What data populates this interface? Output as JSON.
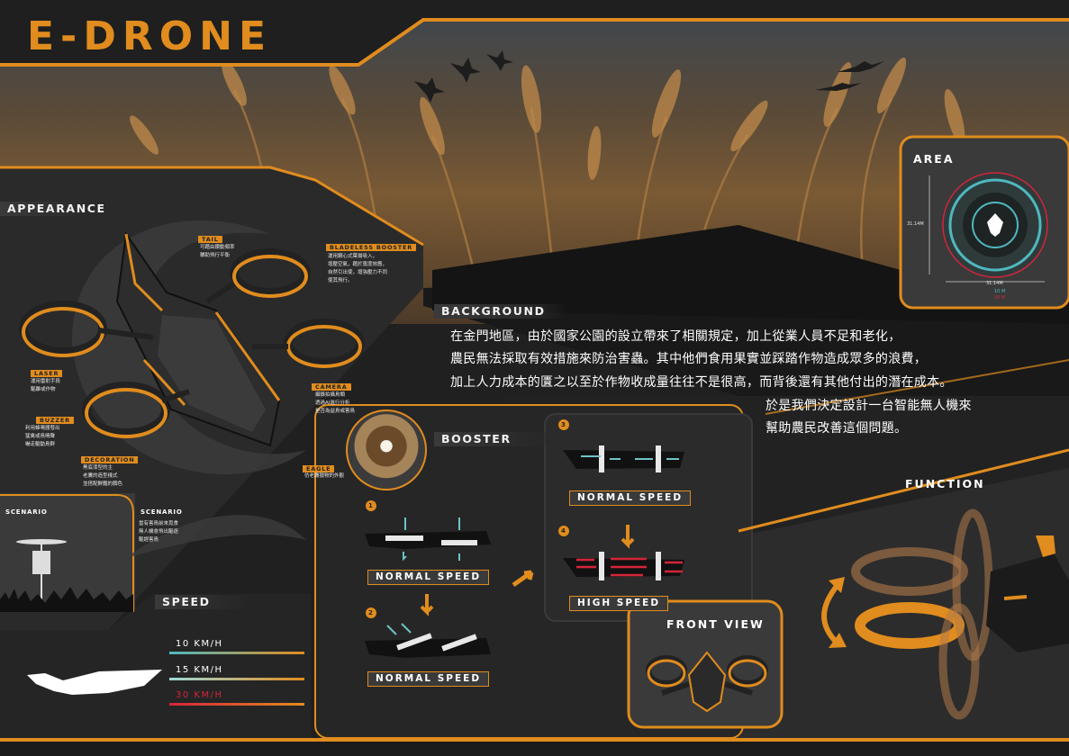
{
  "title": "E-DRONE",
  "sections": {
    "appearance": "Appearance",
    "background": "Background",
    "booster": "Booster",
    "area": "Area",
    "function": "Function",
    "front_view": "Front view",
    "speed": "Speed",
    "scenario": "Scenario"
  },
  "appearance_notes": {
    "tail": {
      "tag": "Tail",
      "text": "可藉由鑽動頻率\n輔助飛行平衡"
    },
    "bladeless": {
      "tag": "Bladeless Booster",
      "text": "運用鋼心式葉揚吸入，\n增壓空氣，藉於寬度效應，\n自然引出使，增強壓力不同\n使其飛行。"
    },
    "laser": {
      "tag": "Laser",
      "text": "運用雷射手段\n驅離或作物"
    },
    "buzzer": {
      "tag": "Buzzer",
      "text": "利用蜂鳴器發出\n猛禽或鳥鳴聲\n嚇走驅動鳥群"
    },
    "decoration": {
      "tag": "Decoration",
      "text": "黑底漆型的主\n老鷹的造型樣式\n並搭配鮮豔的顏色"
    },
    "camera": {
      "tag": "Camera",
      "text": "攝錄拍攝鳥類\n透過AI進行分析\n是否為益鳥或害鳥"
    },
    "eagle": {
      "tag": "Eagle",
      "text": "仿老鷹獵物的外觀"
    }
  },
  "scenario": {
    "tag_left": "Scenario",
    "tag_right": "Scenario",
    "text": "當有害鳥前來覓食\n無人機會飛出驅逐\n驅趕害鳥"
  },
  "background_text": {
    "line1": "在金門地區，由於國家公園的設立帶來了相關規定，加上從業人員不足和老化，",
    "line2": "農民無法採取有效措施來防治害蟲。其中他們食用果實並踩踏作物造成眾多的浪費，",
    "line3": "加上人力成本的匱之以至於作物收成量往往不是很高，而背後還有其他付出的潛在成本。",
    "line4": "於是我們決定設計一台智能無人機來",
    "line5": "幫助農民改善這個問題。"
  },
  "area": {
    "dim_v": "31.14M",
    "dim_h": "31.14M",
    "ring1": "10 M",
    "ring2": "30 M"
  },
  "booster": {
    "step1": {
      "num": "1",
      "label": "Normal speed"
    },
    "step2": {
      "num": "2",
      "label": "Normal speed"
    },
    "step3": {
      "num": "3",
      "label": "Normal speed"
    },
    "step4": {
      "num": "4",
      "label": "High speed"
    }
  },
  "speed": [
    {
      "label": "10 KM/H",
      "color": "#4fb8bf"
    },
    {
      "label": "15 KM/H",
      "color": "#9fd9d6"
    },
    {
      "label": "30 KM/H",
      "color": "#d5243a"
    }
  ],
  "colors": {
    "accent": "#e08c1e",
    "panel": "#2b2b2b",
    "dark": "#1b1b1b"
  }
}
